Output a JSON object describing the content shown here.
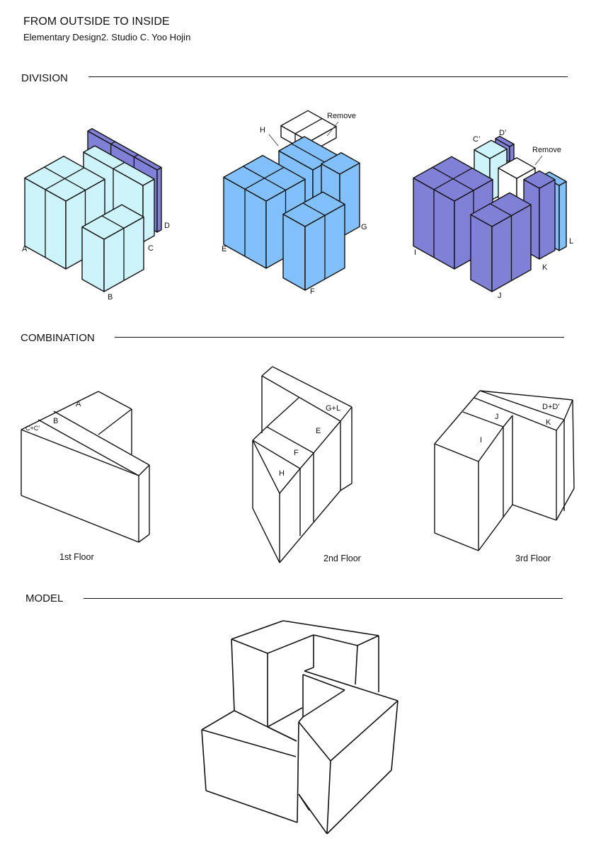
{
  "header": {
    "title": "FROM OUTSIDE TO INSIDE",
    "subtitle": "Elementary Design2. Studio C. Yoo Hojin"
  },
  "sections": {
    "division": "DIVISION",
    "combination": "COMBINATION",
    "model": "MODEL"
  },
  "colors": {
    "cyan": "#cdf4fb",
    "blue": "#82c0fd",
    "purple": "#8080d6",
    "white": "#ffffff",
    "line": "#111111"
  },
  "division": {
    "d1": {
      "A": "A",
      "B": "B",
      "C": "C",
      "D": "D"
    },
    "d2": {
      "E": "E",
      "F": "F",
      "G": "G",
      "H": "H",
      "remove": "Remove"
    },
    "d3": {
      "C1": "C’",
      "D1": "D’",
      "I": "I",
      "J": "J",
      "K": "K",
      "L": "L",
      "remove": "Remove"
    }
  },
  "combination": {
    "floor1": {
      "caption": "1st Floor",
      "A": "A",
      "B": "B",
      "CC": "C+C’"
    },
    "floor2": {
      "caption": "2nd Floor",
      "GL": "G+L",
      "E": "E",
      "F": "F",
      "H": "H"
    },
    "floor3": {
      "caption": "3rd Floor",
      "DD": "D+D’",
      "K": "K",
      "J": "J",
      "I": "I"
    }
  }
}
